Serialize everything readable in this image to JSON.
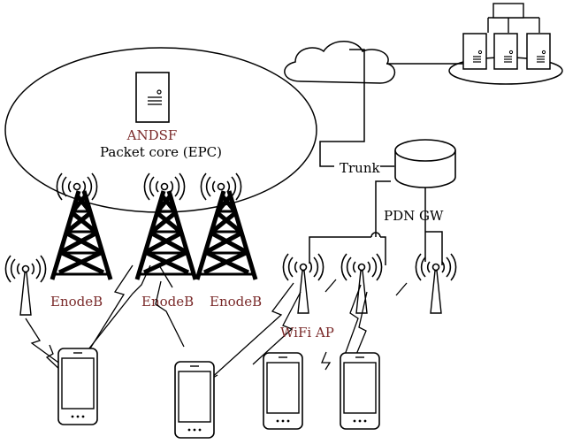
{
  "labels": {
    "andsf": "ANDSF",
    "packet_core": "Packet core (EPC)",
    "trunk": "Trunk",
    "pdn_gw": "PDN GW",
    "enodeb_1": "EnodeB",
    "enodeb_2": "EnodeB",
    "enodeb_3": "EnodeB",
    "wifi_ap": "WiFi AP"
  },
  "colors": {
    "line": "#000000",
    "accent_label": "#7a2a2a",
    "text": "#000000"
  },
  "icons": {
    "core_cloud": "cloud-icon",
    "server_farm": "server-cluster-icon",
    "andsf_server": "server-icon",
    "pdn_gateway": "cylinder-router-icon",
    "cell_tower": "cell-tower-icon",
    "wifi_antenna": "antenna-icon",
    "phone": "smartphone-icon",
    "radio_link": "lightning-link-icon"
  }
}
